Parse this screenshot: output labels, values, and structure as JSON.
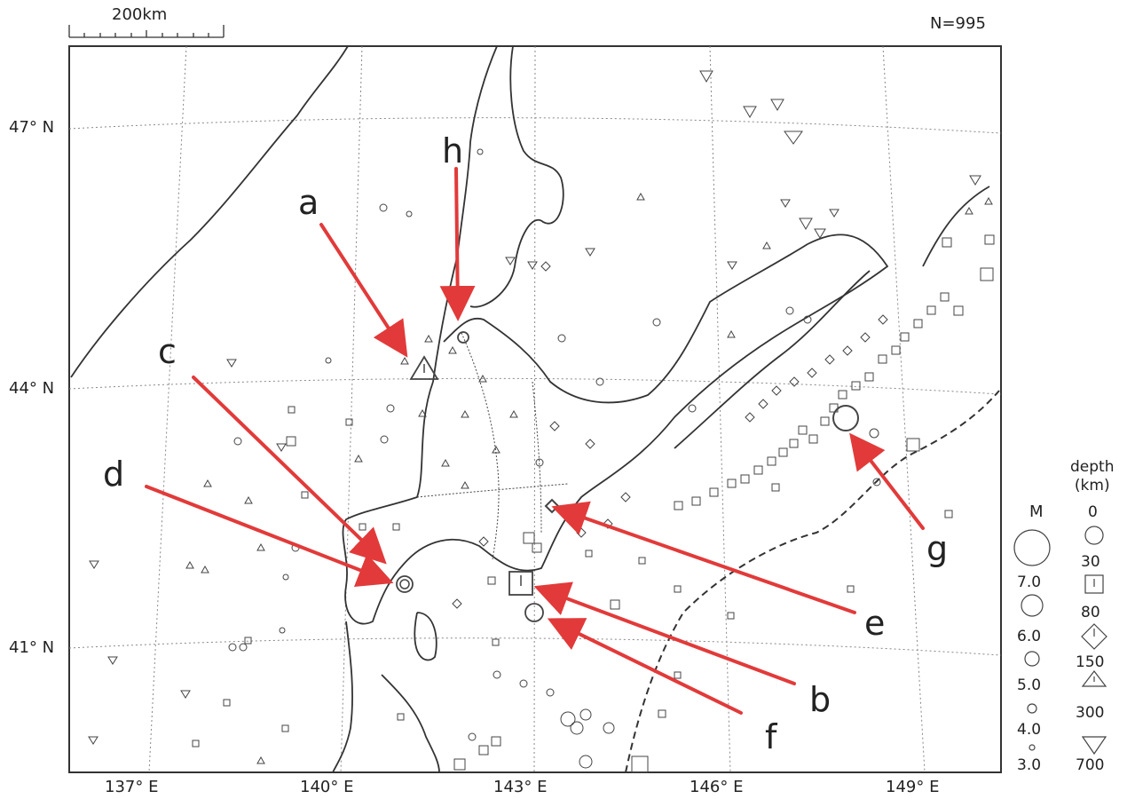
{
  "map": {
    "scale_label": "200km",
    "count_label": "N=995",
    "lat_labels": [
      "47° N",
      "44° N",
      "41° N"
    ],
    "lon_labels": [
      "137° E",
      "140° E",
      "143° E",
      "146° E",
      "149° E"
    ],
    "annotations": [
      "a",
      "b",
      "c",
      "d",
      "e",
      "f",
      "g",
      "h"
    ],
    "legend": {
      "magnitude_title": "M",
      "magnitudes": [
        "7.0",
        "6.0",
        "5.0",
        "4.0",
        "3.0"
      ],
      "depth_title_line1": "depth",
      "depth_title_line2": "(km)",
      "depths": [
        "0",
        "30",
        "80",
        "150",
        "300",
        "700"
      ]
    },
    "colors": {
      "arrow": "#e23a3a",
      "line": "#333333",
      "grid": "#999999"
    }
  }
}
